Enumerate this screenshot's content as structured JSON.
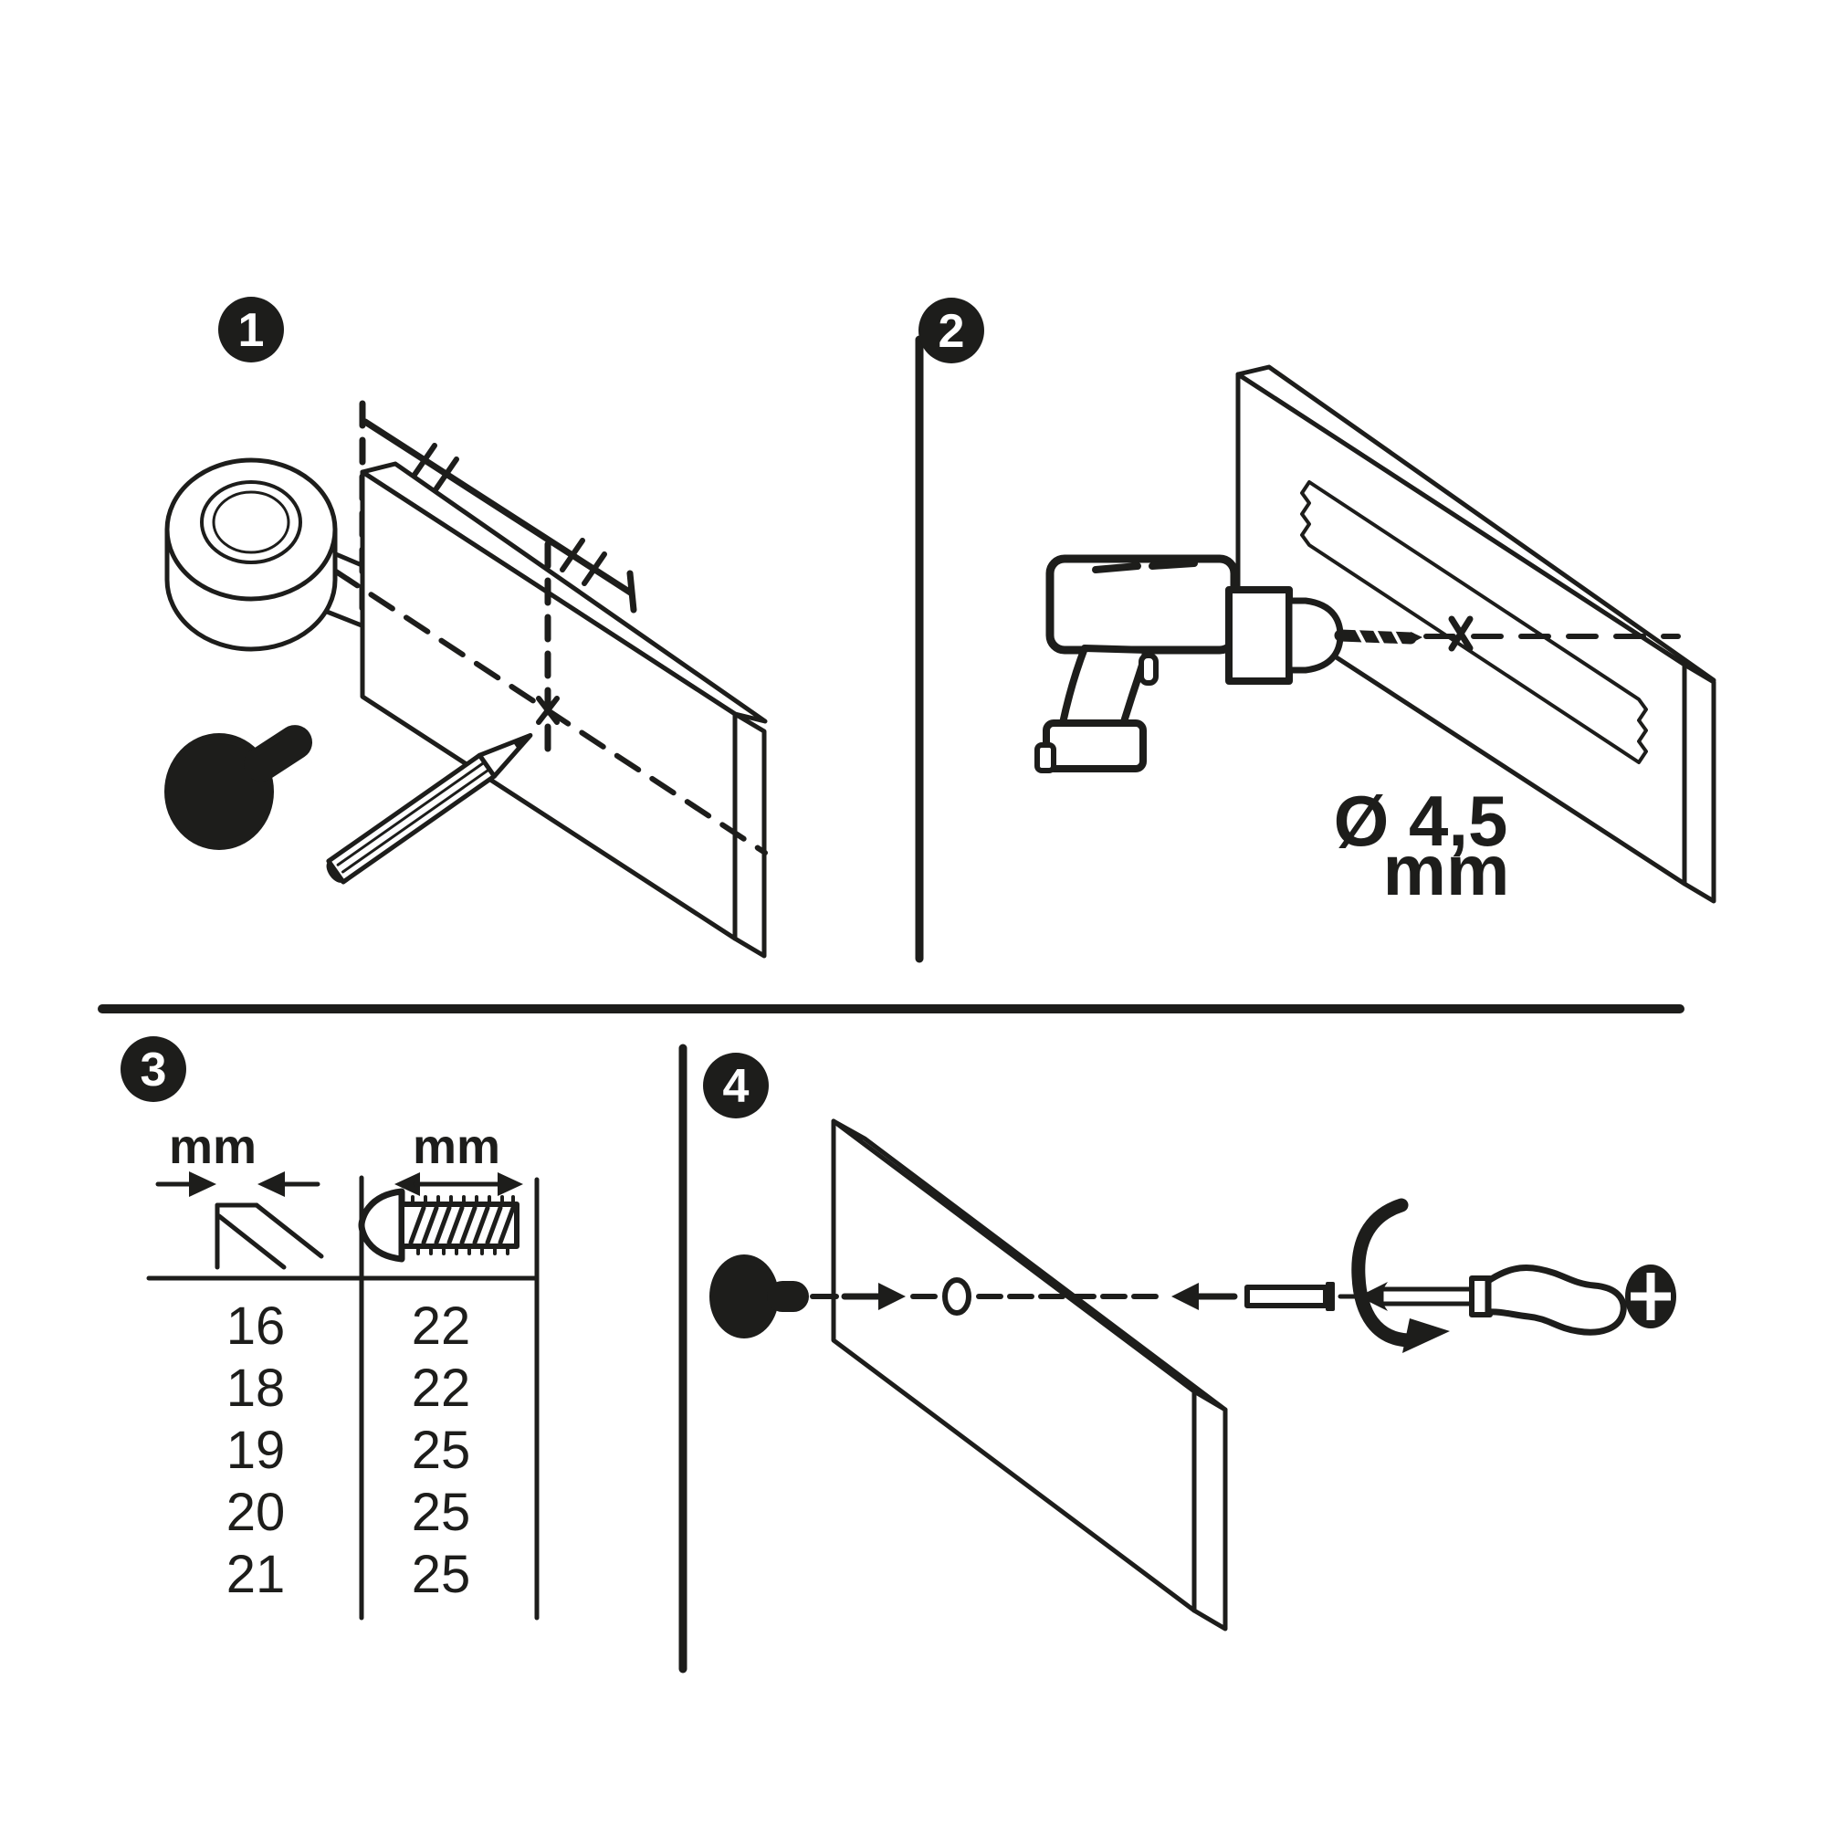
{
  "colors": {
    "ink": "#1d1d1b",
    "paper": "#ffffff"
  },
  "badges": {
    "step1": "1",
    "step2": "2",
    "step3": "3",
    "step4": "4"
  },
  "step2": {
    "diameter_value": "Ø 4,5",
    "diameter_unit": "mm"
  },
  "step3": {
    "board_thickness_header": "mm",
    "screw_length_header": "mm",
    "rows": [
      [
        "16",
        "22"
      ],
      [
        "18",
        "22"
      ],
      [
        "19",
        "25"
      ],
      [
        "20",
        "25"
      ],
      [
        "21",
        "25"
      ]
    ]
  },
  "icons": {
    "step1": [
      "tape-roll-icon",
      "board-icon",
      "measuring-ticks-icon",
      "pencil-icon",
      "knob-silhouette-icon",
      "cross-mark-icon"
    ],
    "step2": [
      "drill-icon",
      "drill-bit-icon",
      "taped-board-icon",
      "cross-mark-icon"
    ],
    "step3": [
      "thickness-arrows-icon",
      "board-corner-icon",
      "screw-length-arrow-icon",
      "screw-icon"
    ],
    "step4": [
      "knob-silhouette-icon",
      "board-with-hole-icon",
      "insert-arrow-icon",
      "machine-screw-icon",
      "rotation-arrow-icon",
      "screwdriver-icon",
      "phillips-symbol-icon"
    ]
  }
}
